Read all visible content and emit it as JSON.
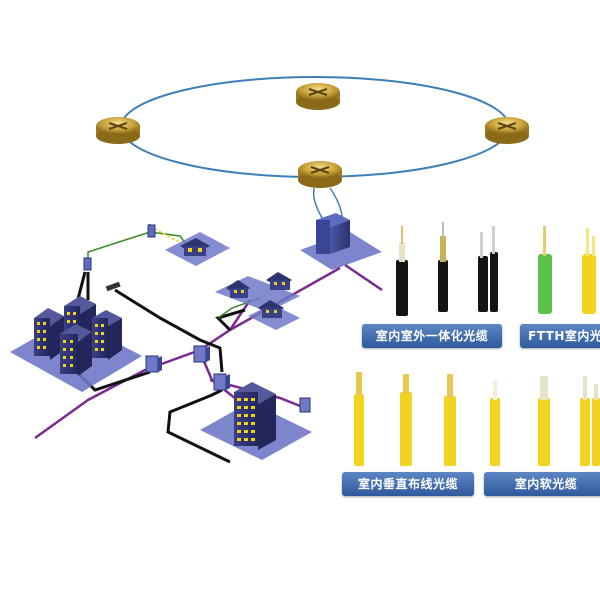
{
  "labels": {
    "indoor_outdoor": "室内室外一体化光缆",
    "ftth": "FTTH室内光缆",
    "vertical": "室内垂直布线光缆",
    "soft": "室内软光缆"
  },
  "colors": {
    "ring": "#3f7fb7",
    "router_gold": "#c8a23a",
    "purple_line": "#7b2b8f",
    "black_line": "#111111",
    "green_line": "#3a8a2a",
    "panel_blue": "#6f79c8",
    "cable_black": "#141414",
    "cable_green": "#5dc24a",
    "cable_yellow": "#f2d320"
  },
  "icons": [
    "router-icon",
    "switch-cabinet-icon",
    "building-icon",
    "house-icon",
    "junction-box-icon",
    "fiber-cable-icon"
  ]
}
